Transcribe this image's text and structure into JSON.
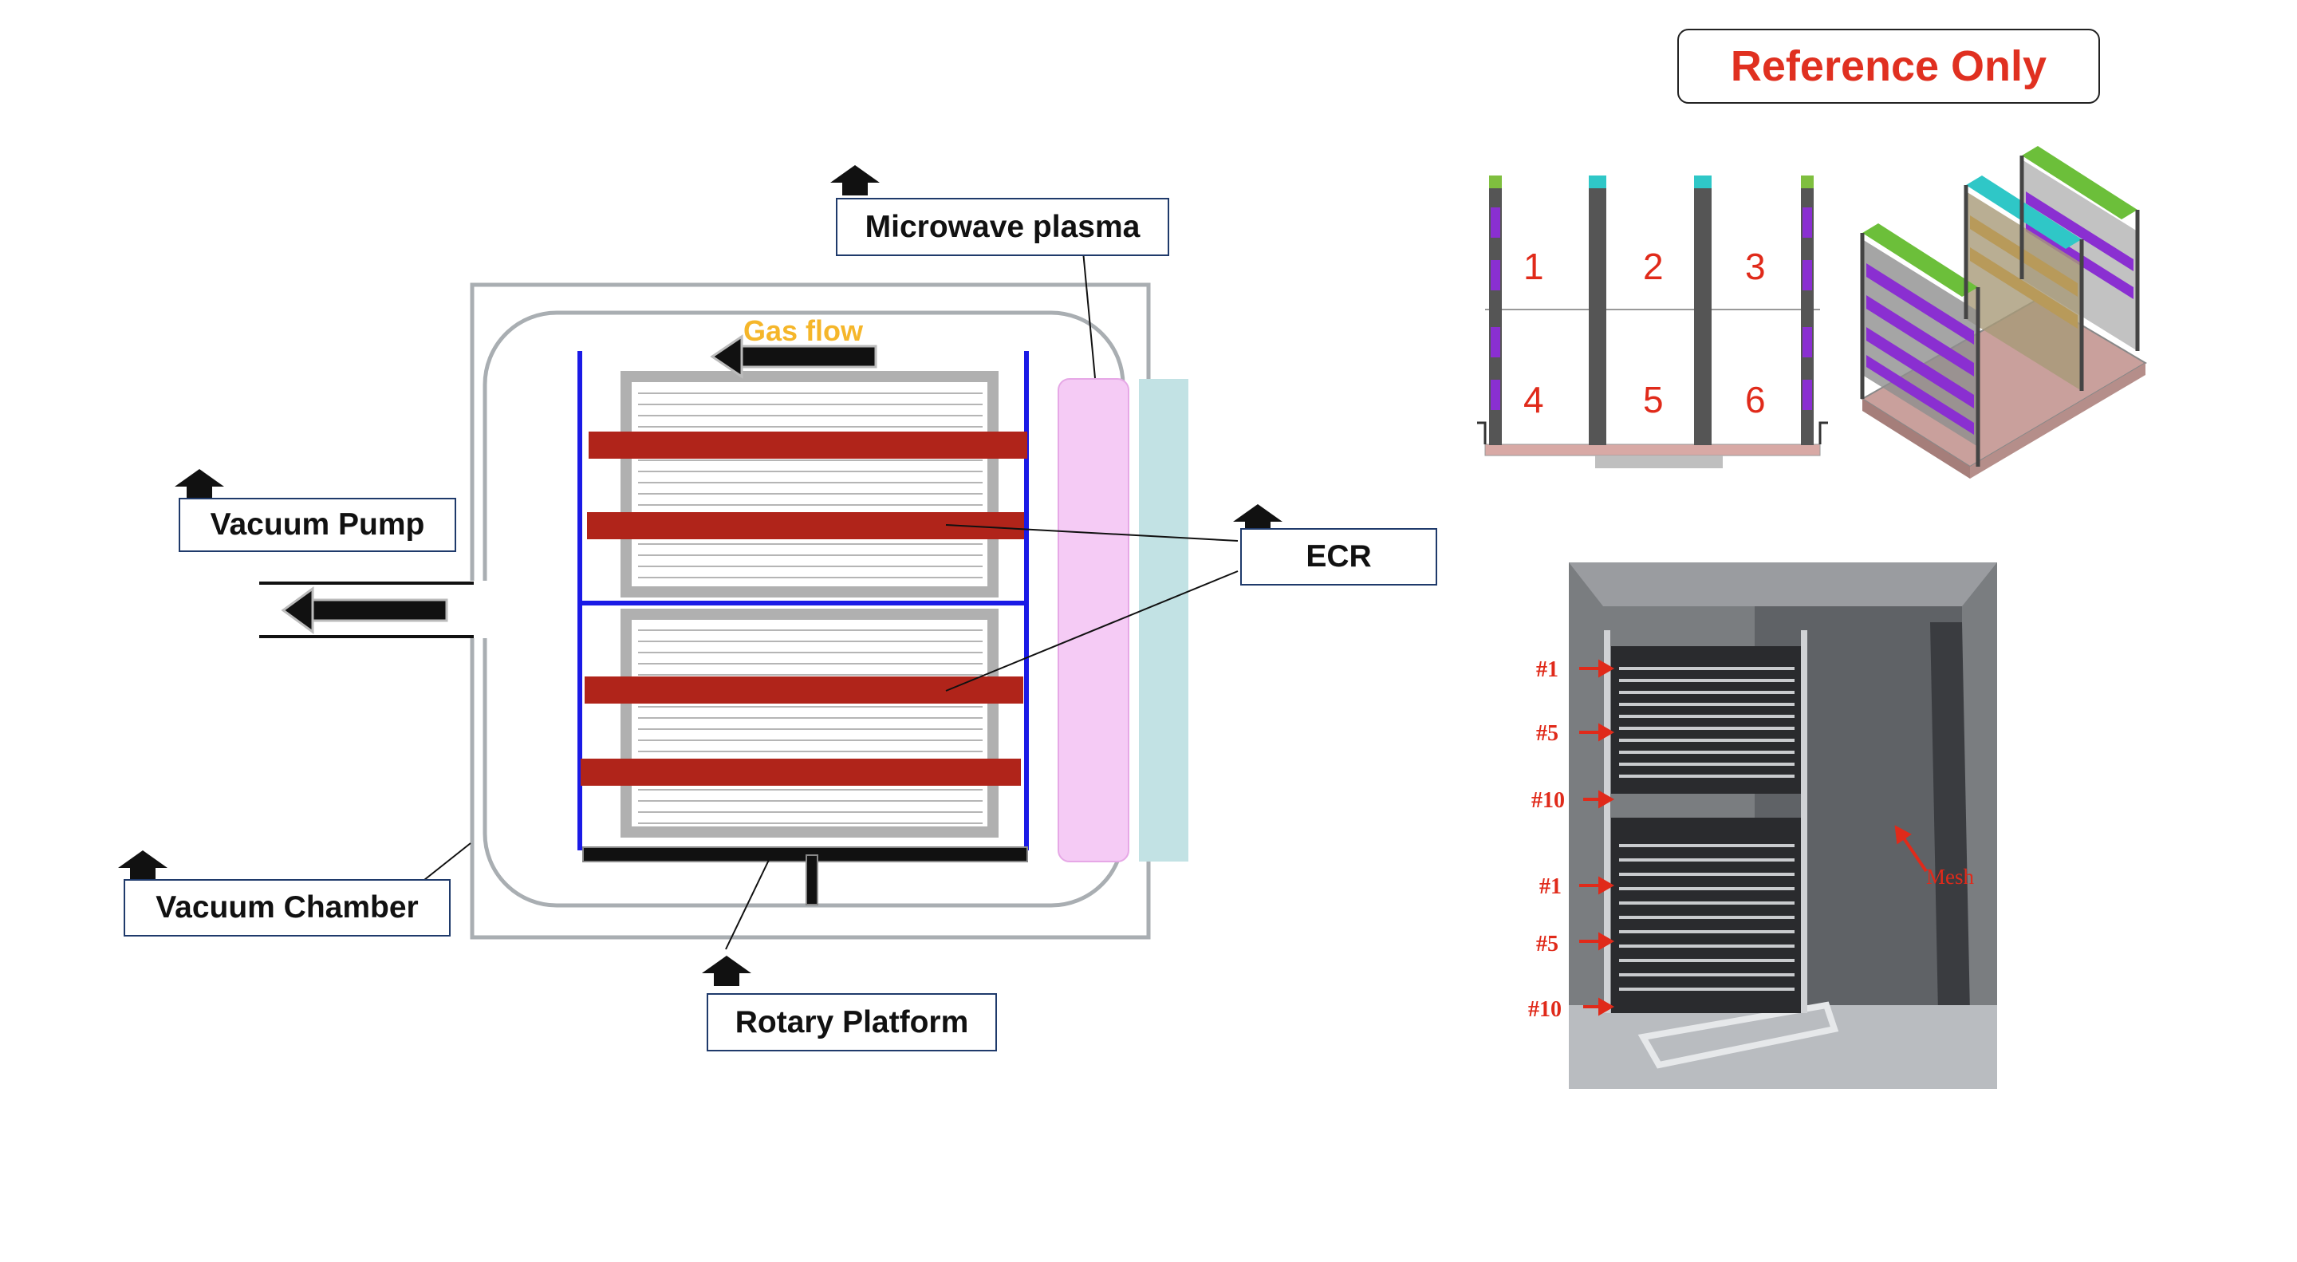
{
  "labels": {
    "microwave_plasma": "Microwave plasma",
    "vacuum_pump": "Vacuum Pump",
    "ecr": "ECR",
    "vacuum_chamber": "Vacuum Chamber",
    "rotary_platform": "Rotary Platform",
    "gas_flow": "Gas flow"
  },
  "reference": {
    "title": "Reference Only",
    "title_color": "#e03020"
  },
  "rack_slots": [
    "1",
    "2",
    "3",
    "4",
    "5",
    "6"
  ],
  "photo_markers": {
    "upper": [
      "#1",
      "#5",
      "#10"
    ],
    "lower": [
      "#1",
      "#5",
      "#10"
    ],
    "mesh": "Mesh"
  },
  "colors": {
    "blue_frame": "#1a1ae6",
    "heater_bar": "#b0241a",
    "plasma_tube": "#f5cbf5",
    "ecr_panel": "#c2e2e4",
    "gas_flow_text": "#f5b62a",
    "annotation_red": "#e02a1a"
  }
}
